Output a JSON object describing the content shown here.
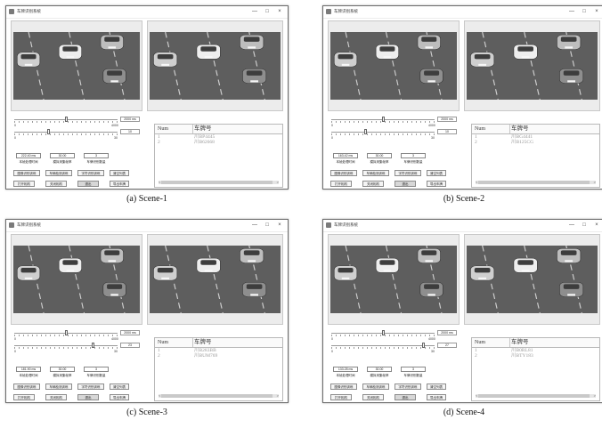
{
  "scenes": [
    {
      "caption": "(a) Scene-1",
      "window": {
        "title": "车牌识别系统",
        "minimize": "—",
        "maximize": "□",
        "close": "×"
      },
      "slider1": {
        "value_text": "2000 ms",
        "min": "0",
        "max": "4000",
        "level": 0.5
      },
      "slider2": {
        "value_text": "10",
        "min": "0",
        "max": "30",
        "level": 0.33
      },
      "readouts": [
        {
          "value": "222.40 ms",
          "label": "本帧处理时间"
        },
        {
          "value": "30.00",
          "label": "模拟采集帧率"
        },
        {
          "value": "3",
          "label": "车牌识别数量"
        }
      ],
      "buttons_row1": [
        "图像识别训练",
        "车辆检测训练",
        "字符识别训练",
        "清空列表"
      ],
      "buttons_row2": [
        "打开相机",
        "关闭相机",
        "退出",
        "导出车牌"
      ],
      "table": {
        "col_num": "Num",
        "col_plate": "车牌号",
        "rows": [
          {
            "num": "1",
            "plate": "川BP4445"
          },
          {
            "num": "2",
            "plate": "川B62668"
          }
        ]
      },
      "scrollbar": {
        "left_arrow": "<",
        "right_arrow": ">"
      }
    },
    {
      "caption": "(b) Scene-2",
      "window": {
        "title": "车牌识别系统",
        "minimize": "—",
        "maximize": "□",
        "close": "×"
      },
      "slider1": {
        "value_text": "2000 ms",
        "min": "0",
        "max": "4000",
        "level": 0.5
      },
      "slider2": {
        "value_text": "10",
        "min": "0",
        "max": "30",
        "level": 0.33
      },
      "readouts": [
        {
          "value": "163.42 ms",
          "label": "本帧处理时间"
        },
        {
          "value": "30.00",
          "label": "模拟采集帧率"
        },
        {
          "value": "3",
          "label": "车牌识别数量"
        }
      ],
      "buttons_row1": [
        "图像识别训练",
        "车辆检测训练",
        "字符识别训练",
        "清空列表"
      ],
      "buttons_row2": [
        "打开相机",
        "关闭相机",
        "退出",
        "导出车牌"
      ],
      "table": {
        "col_num": "Num",
        "col_plate": "车牌号",
        "rows": [
          {
            "num": "1",
            "plate": "川BG4441"
          },
          {
            "num": "2",
            "plate": "川B125CG"
          }
        ]
      },
      "scrollbar": {
        "left_arrow": "<",
        "right_arrow": ">"
      }
    },
    {
      "caption": "(c) Scene-3",
      "window": {
        "title": "车牌识别系统",
        "minimize": "—",
        "maximize": "□",
        "close": "×"
      },
      "slider1": {
        "value_text": "2000 ms",
        "min": "0",
        "max": "4000",
        "level": 0.5
      },
      "slider2": {
        "value_text": "23",
        "min": "0",
        "max": "30",
        "level": 0.77
      },
      "readouts": [
        {
          "value": "181.90 ms",
          "label": "本帧处理时间"
        },
        {
          "value": "30.00",
          "label": "模拟采集帧率"
        },
        {
          "value": "3",
          "label": "车牌识别数量"
        }
      ],
      "buttons_row1": [
        "图像识别训练",
        "车辆检测训练",
        "字符识别训练",
        "清空列表"
      ],
      "buttons_row2": [
        "打开相机",
        "关闭相机",
        "退出",
        "导出车牌"
      ],
      "table": {
        "col_num": "Num",
        "col_plate": "车牌号",
        "rows": [
          {
            "num": "1",
            "plate": "川B283BB"
          },
          {
            "num": "2",
            "plate": "川BUM769"
          }
        ]
      },
      "scrollbar": {
        "left_arrow": "<",
        "right_arrow": ">"
      }
    },
    {
      "caption": "(d) Scene-4",
      "window": {
        "title": "车牌识别系统",
        "minimize": "—",
        "maximize": "□",
        "close": "×"
      },
      "slider1": {
        "value_text": "2000 ms",
        "min": "0",
        "max": "4000",
        "level": 0.5
      },
      "slider2": {
        "value_text": "27",
        "min": "0",
        "max": "30",
        "level": 0.9
      },
      "readouts": [
        {
          "value": "133.28 ms",
          "label": "本帧处理时间"
        },
        {
          "value": "30.00",
          "label": "模拟采集帧率"
        },
        {
          "value": "3",
          "label": "车牌识别数量"
        }
      ],
      "buttons_row1": [
        "图像识别训练",
        "车辆检测训练",
        "字符识别训练",
        "清空列表"
      ],
      "buttons_row2": [
        "打开相机",
        "关闭相机",
        "退出",
        "导出车牌"
      ],
      "table": {
        "col_num": "Num",
        "col_plate": "车牌号",
        "rows": [
          {
            "num": "1",
            "plate": "川B0RL81"
          },
          {
            "num": "2",
            "plate": "川BTY183"
          }
        ]
      },
      "scrollbar": {
        "left_arrow": "<",
        "right_arrow": ">"
      }
    }
  ]
}
